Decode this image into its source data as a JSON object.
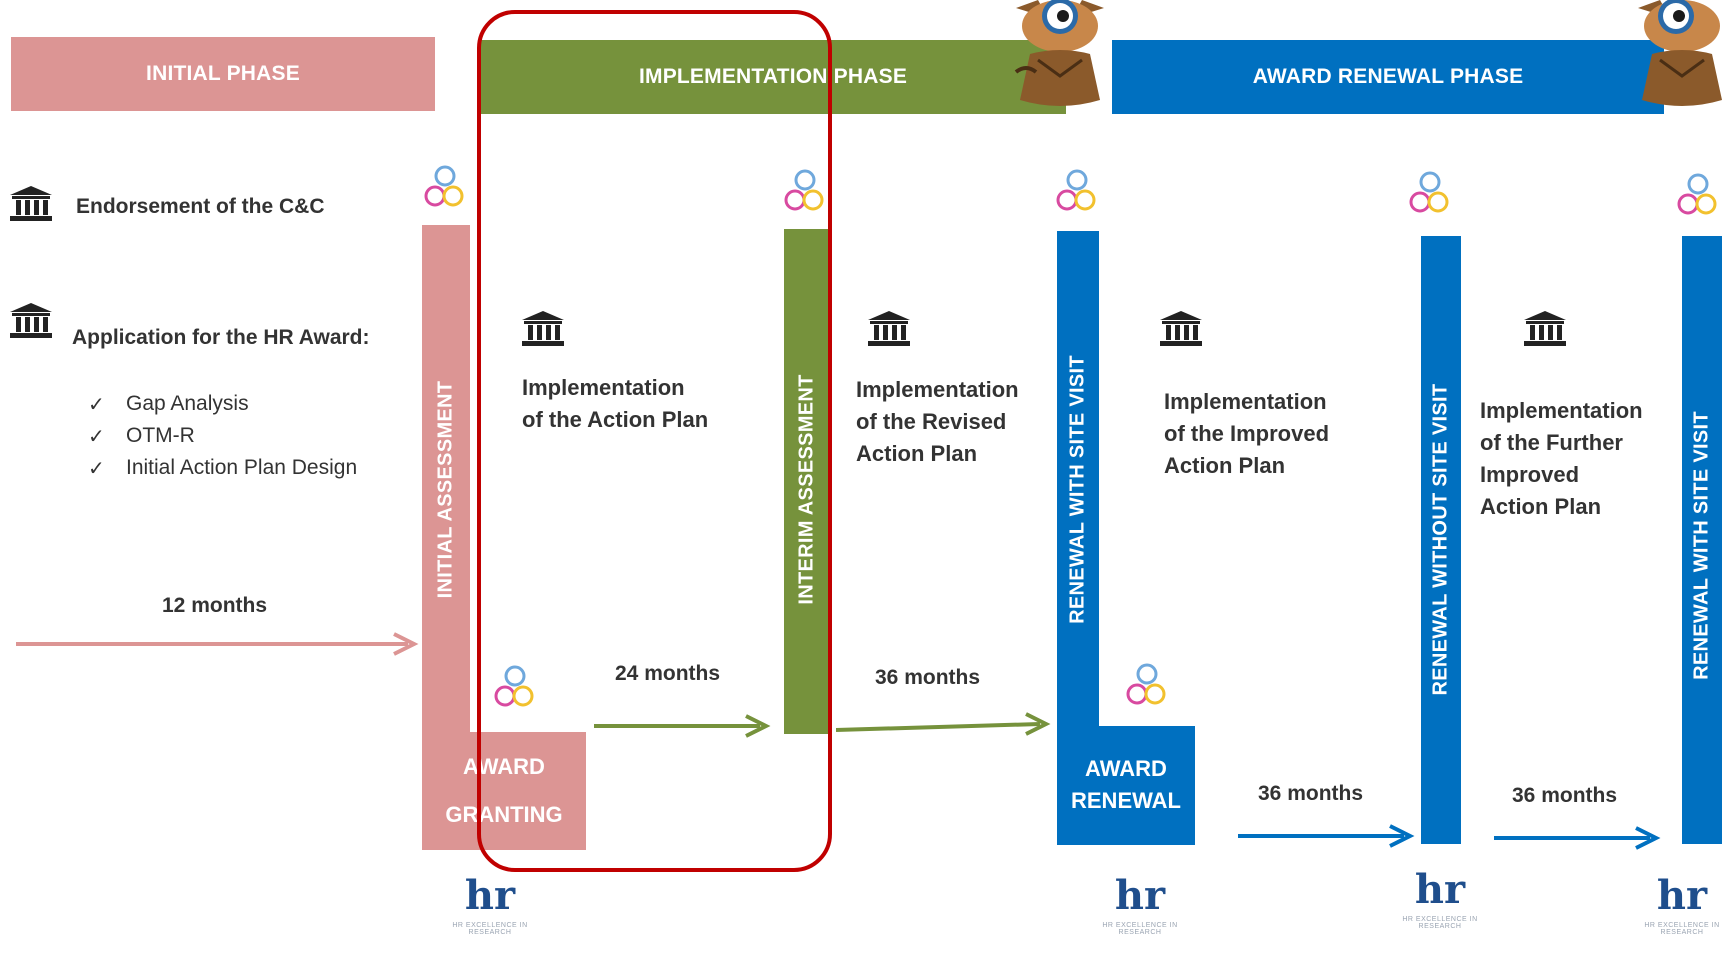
{
  "phases": {
    "initial": "INITIAL PHASE",
    "implementation": "IMPLEMENTATION PHASE",
    "renewal": "AWARD RENEWAL PHASE"
  },
  "left": {
    "endorsement": "Endorsement of the C&C",
    "application": "Application for the HR Award:",
    "items": [
      "Gap Analysis",
      "OTM-R",
      "Initial Action Plan Design"
    ],
    "checkmark": "✓"
  },
  "bars": {
    "initial_assessment": "INITIAL ASSESSMENT",
    "interim_assessment": "INTERIM ASSESSMENT",
    "renewal_with_1": "RENEWAL WITH  SITE VISIT",
    "renewal_without": "RENEWAL WITHOUT  SITE VISIT",
    "renewal_with_2": "RENEWAL WITH  SITE VISIT"
  },
  "plans": {
    "action_plan": [
      "Implementation",
      "of the Action Plan"
    ],
    "revised": [
      "Implementation",
      "of the Revised",
      "Action Plan"
    ],
    "improved": [
      "Implementation",
      "of the Improved",
      "Action Plan"
    ],
    "further": [
      "Implementation",
      "of the Further",
      "Improved",
      "Action Plan"
    ]
  },
  "durations": {
    "m12": "12 months",
    "m24": "24 months",
    "m36a": "36 months",
    "m36b": "36 months",
    "m36c": "36 months"
  },
  "boxes": {
    "award_granting": [
      "AWARD",
      "GRANTING"
    ],
    "award_renewal": [
      "AWARD",
      "RENEWAL"
    ]
  },
  "logo": {
    "mark": "hr",
    "caption": "HR EXCELLENCE IN RESEARCH"
  },
  "icons": [
    "institution-icon",
    "rings-icon",
    "detective-mascot-icon",
    "hr-logo-icon"
  ],
  "colors": {
    "initial": "#dc9594",
    "implementation": "#76923c",
    "renewal": "#0070c0",
    "highlight": "#c00000"
  }
}
